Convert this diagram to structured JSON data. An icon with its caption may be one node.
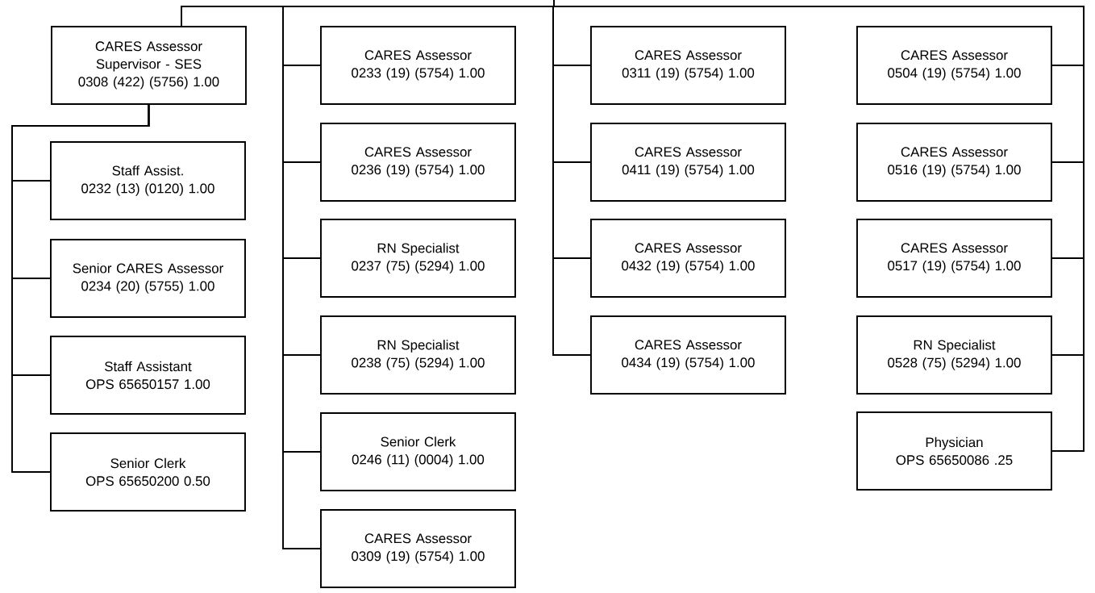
{
  "diagram": {
    "nodes": [
      {
        "text": [
          "CARES Assessor Supervisor - SES",
          "0308 (422) (5756) 1.00"
        ]
      },
      {
        "text": [
          "Staff Assist.",
          "0232 (13) (0120) 1.00"
        ]
      },
      {
        "text": [
          "Senior CARES Assessor",
          "0234 (20) (5755) 1.00"
        ]
      },
      {
        "text": [
          "Staff Assistant",
          "OPS 65650157 1.00"
        ]
      },
      {
        "text": [
          "Senior Clerk",
          "OPS 65650200 0.50"
        ]
      },
      {
        "text": [
          "CARES Assessor",
          "0233 (19) (5754) 1.00"
        ]
      },
      {
        "text": [
          "CARES Assessor",
          "0236 (19) (5754) 1.00"
        ]
      },
      {
        "text": [
          "RN Specialist",
          "0237 (75) (5294) 1.00"
        ]
      },
      {
        "text": [
          "RN Specialist",
          "0238 (75) (5294) 1.00"
        ]
      },
      {
        "text": [
          "Senior Clerk",
          "0246 (11) (0004) 1.00"
        ]
      },
      {
        "text": [
          "CARES Assessor",
          "0309 (19) (5754) 1.00"
        ]
      },
      {
        "text": [
          "CARES Assessor",
          "0311 (19) (5754) 1.00"
        ]
      },
      {
        "text": [
          "CARES Assessor",
          "0411 (19) (5754) 1.00"
        ]
      },
      {
        "text": [
          "CARES Assessor",
          "0432 (19) (5754) 1.00"
        ]
      },
      {
        "text": [
          "CARES Assessor",
          "0434 (19) (5754) 1.00"
        ]
      },
      {
        "text": [
          "CARES Assessor",
          "0504 (19) (5754) 1.00"
        ]
      },
      {
        "text": [
          "CARES Assessor",
          "0516 (19) (5754) 1.00"
        ]
      },
      {
        "text": [
          "CARES Assessor",
          "0517 (19) (5754) 1.00"
        ]
      },
      {
        "text": [
          "RN Specialist",
          "0528 (75) (5294) 1.00"
        ]
      },
      {
        "text": [
          "Physician",
          "OPS 65650086 .25"
        ]
      }
    ],
    "edges": [
      {
        "from": null,
        "to": 0,
        "arrow": "none"
      },
      {
        "from": 0,
        "to": 1,
        "arrow": "none"
      },
      {
        "from": 0,
        "to": 2,
        "arrow": "none"
      },
      {
        "from": 0,
        "to": 3,
        "arrow": "none"
      },
      {
        "from": 0,
        "to": 4,
        "arrow": "none"
      },
      {
        "from": null,
        "to": 5,
        "arrow": "none"
      },
      {
        "from": null,
        "to": 6,
        "arrow": "none"
      },
      {
        "from": null,
        "to": 7,
        "arrow": "none"
      },
      {
        "from": null,
        "to": 8,
        "arrow": "none"
      },
      {
        "from": null,
        "to": 9,
        "arrow": "none"
      },
      {
        "from": null,
        "to": 10,
        "arrow": "none"
      },
      {
        "from": null,
        "to": 11,
        "arrow": "none"
      },
      {
        "from": null,
        "to": 12,
        "arrow": "none"
      },
      {
        "from": null,
        "to": 13,
        "arrow": "none"
      },
      {
        "from": null,
        "to": 14,
        "arrow": "none"
      },
      {
        "from": null,
        "to": 15,
        "arrow": "none"
      },
      {
        "from": null,
        "to": 16,
        "arrow": "none"
      },
      {
        "from": null,
        "to": 17,
        "arrow": "none"
      },
      {
        "from": null,
        "to": 18,
        "arrow": "none"
      },
      {
        "from": null,
        "to": 19,
        "arrow": "none"
      }
    ]
  }
}
